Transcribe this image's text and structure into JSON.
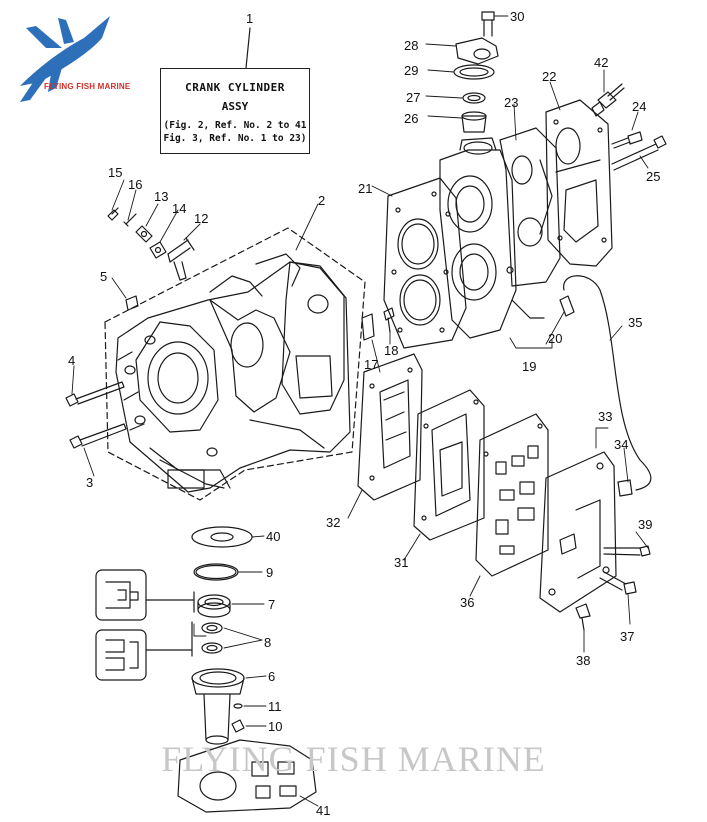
{
  "brand": {
    "logo_text": "FLYING FISH MARINE",
    "logo_color": "#d2302a",
    "fish_color": "#2d6fb8"
  },
  "note": {
    "title": "CRANK CYLINDER",
    "subtitle": "ASSY",
    "ref_line_1": "(Fig. 2, Ref. No. 2 to 41",
    "ref_line_2": "Fig. 3, Ref. No. 1 to 23)"
  },
  "watermark": "FLYING FISH MARINE",
  "callouts": {
    "c1": "1",
    "c2": "2",
    "c3": "3",
    "c4": "4",
    "c5": "5",
    "c6": "6",
    "c7": "7",
    "c8": "8",
    "c9": "9",
    "c10": "10",
    "c11": "11",
    "c12": "12",
    "c13": "13",
    "c14": "14",
    "c15": "15",
    "c16": "16",
    "c17": "17",
    "c18": "18",
    "c19": "19",
    "c20": "20",
    "c21": "21",
    "c22": "22",
    "c23": "23",
    "c24": "24",
    "c25": "25",
    "c26": "26",
    "c27": "27",
    "c28": "28",
    "c29": "29",
    "c30": "30",
    "c31": "31",
    "c32": "32",
    "c33": "33",
    "c34": "34",
    "c35": "35",
    "c36": "36",
    "c37": "37",
    "c38": "38",
    "c39": "39",
    "c40": "40",
    "c41": "41",
    "c42": "42"
  }
}
